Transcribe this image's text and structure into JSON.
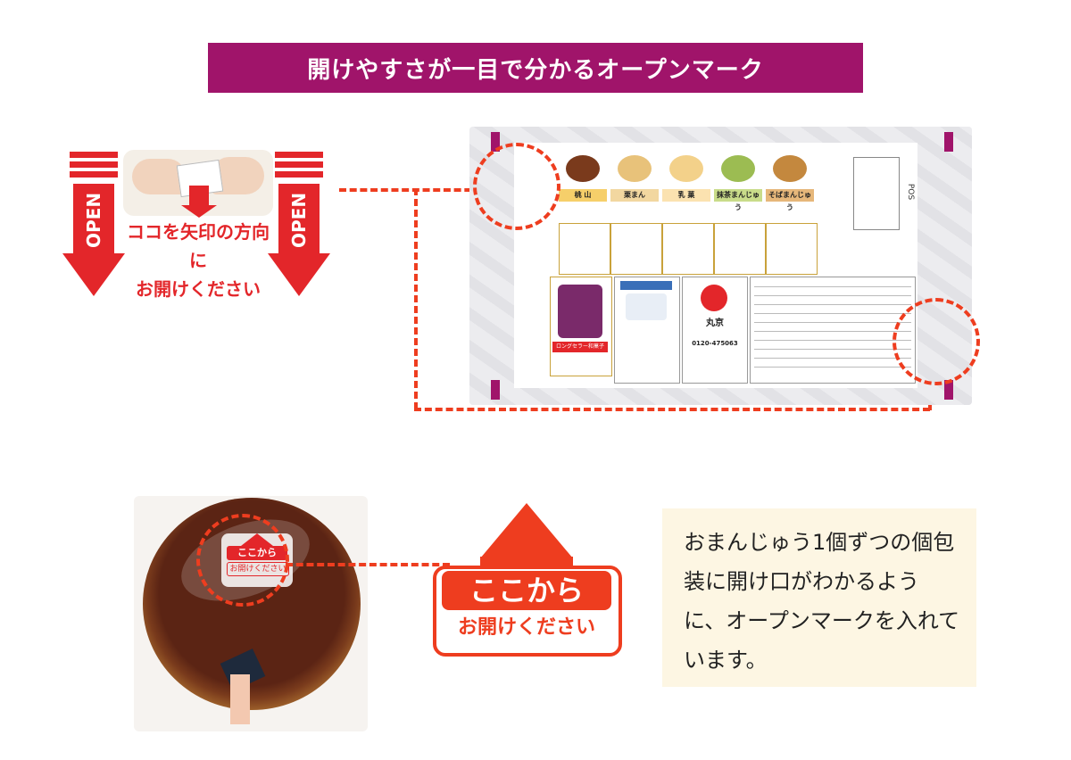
{
  "banner": {
    "title": "開けやすさが一目で分かるオープンマーク"
  },
  "open_instruction": {
    "arrow_text": "OPEN",
    "line1": "ココを矢印の方向に",
    "line2": "お開けください"
  },
  "package": {
    "varieties": [
      {
        "name": "桃 山",
        "color": "#e9b25a"
      },
      {
        "name": "栗まん",
        "color": "#d9a44a"
      },
      {
        "name": "乳 菓",
        "color": "#f0c47a"
      },
      {
        "name": "抹茶まんじゅう",
        "color": "#8fb04a"
      },
      {
        "name": "そばまんじゅう",
        "color": "#c4883e"
      }
    ],
    "pos_label": "POS",
    "brand": "丸京",
    "phone": "0120-475063",
    "ribbon": "ロングセラー和菓子"
  },
  "manju_sticker": {
    "line1": "ここから",
    "line2": "お開けください"
  },
  "big_sticker": {
    "line1": "ここから",
    "line2": "お開けください"
  },
  "description": "おまんじゅう1個ずつの個包装に開け口がわかるように、オープンマークを入れています。",
  "colors": {
    "accent": "#ee3d1f",
    "banner": "#a0146a"
  }
}
